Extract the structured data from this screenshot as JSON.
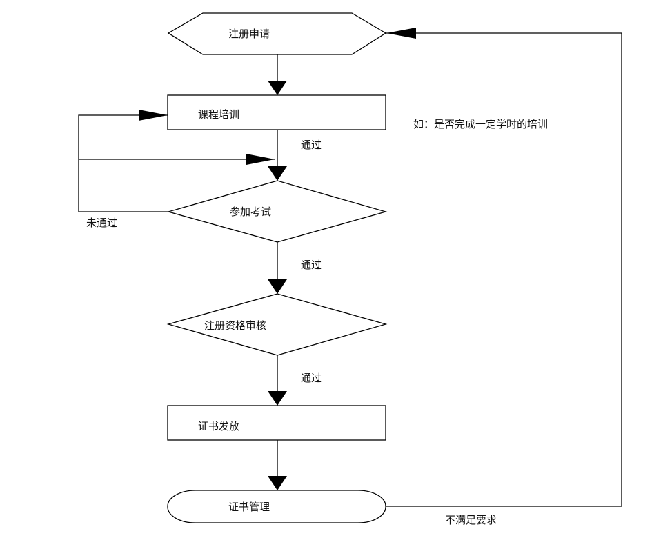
{
  "nodes": {
    "register_application": "注册申请",
    "course_training": "课程培训",
    "take_exam": "参加考试",
    "qualification_review": "注册资格审核",
    "certificate_issuance": "证书发放",
    "certificate_management": "证书管理"
  },
  "labels": {
    "passed_training": "通过",
    "passed_exam": "通过",
    "passed_review": "通过",
    "not_passed": "未通过",
    "not_meet_requirements": "不满足要求"
  },
  "note": "如：是否完成一定学时的培训",
  "colors": {
    "stroke": "#000000",
    "text": "#111111",
    "background": "#ffffff"
  }
}
